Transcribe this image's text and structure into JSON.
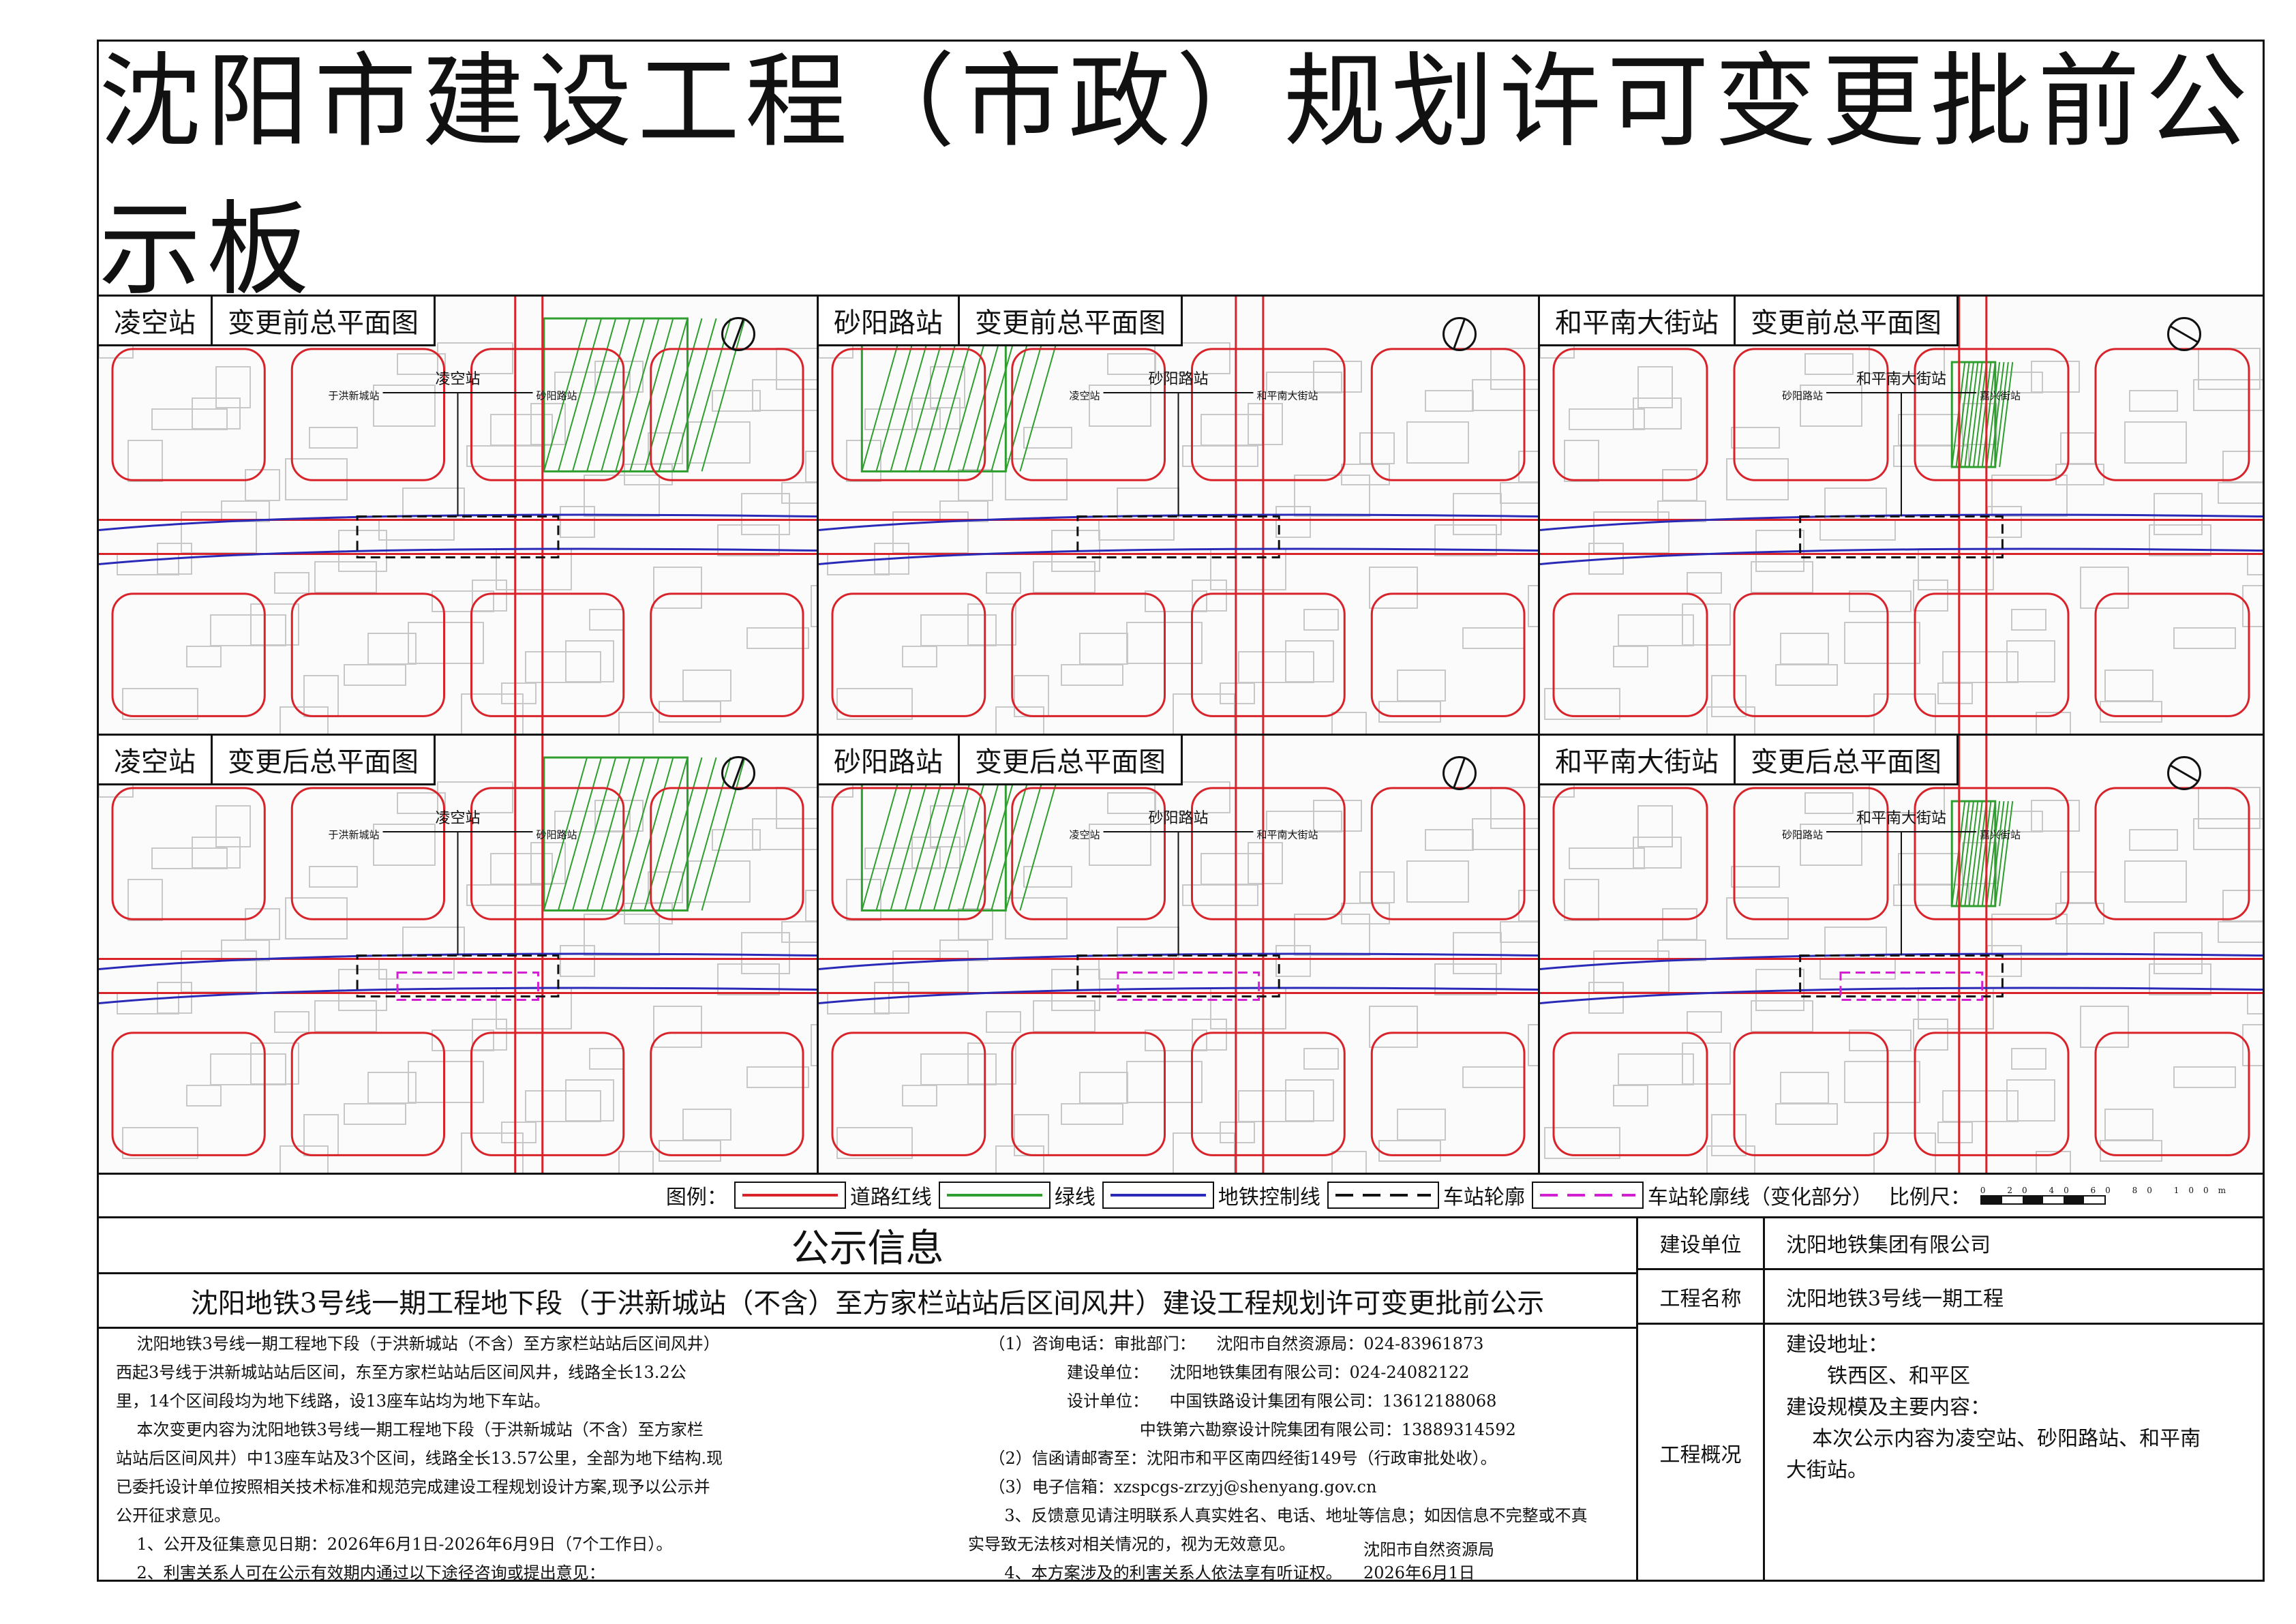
{
  "title": "沈阳市建设工程（市政）规划许可变更批前公示板",
  "panels": [
    {
      "station": "凌空站",
      "caption": "变更前总平面图",
      "label_main": "凌空站",
      "label_left": "于洪新城站",
      "label_right": "砂阳路站"
    },
    {
      "station": "砂阳路站",
      "caption": "变更前总平面图",
      "label_main": "砂阳路站",
      "label_left": "凌空站",
      "label_right": "和平南大街站"
    },
    {
      "station": "和平南大街站",
      "caption": "变更前总平面图",
      "label_main": "和平南大街站",
      "label_left": "砂阳路站",
      "label_right": "嘉兴街站"
    },
    {
      "station": "凌空站",
      "caption": "变更后总平面图",
      "label_main": "凌空站",
      "label_left": "于洪新城站",
      "label_right": "砂阳路站"
    },
    {
      "station": "砂阳路站",
      "caption": "变更后总平面图",
      "label_main": "砂阳路站",
      "label_left": "凌空站",
      "label_right": "和平南大街站"
    },
    {
      "station": "和平南大街站",
      "caption": "变更后总平面图",
      "label_main": "和平南大街站",
      "label_left": "砂阳路站",
      "label_right": "嘉兴街站"
    }
  ],
  "legend": {
    "label": "图例：",
    "items": [
      {
        "name": "道路红线",
        "color": "#d9232a",
        "dash": false
      },
      {
        "name": "绿线",
        "color": "#2e9e2e",
        "dash": false
      },
      {
        "name": "地铁控制线",
        "color": "#2a2ab8",
        "dash": false
      },
      {
        "name": "车站轮廓",
        "color": "#111111",
        "dash": true
      },
      {
        "name": "车站轮廓线（变化部分）",
        "color": "#d11fd1",
        "dash": true
      }
    ],
    "scale_label": "比例尺：",
    "scale_ticks": "0 20 40 60 80 100m"
  },
  "info": {
    "heading": "公示信息",
    "subtitle": "沈阳地铁3号线一期工程地下段（于洪新城站（不含）至方家栏站站后区间风井）建设工程规划许可变更批前公示",
    "left_text": "    沈阳地铁3号线一期工程地下段（于洪新城站（不含）至方家栏站站后区间风井）\n西起3号线于洪新城站站后区间，东至方家栏站站后区间风井，线路全长13.2公\n里，14个区间段均为地下线路，设13座车站均为地下车站。\n    本次变更内容为沈阳地铁3号线一期工程地下段（于洪新城站（不含）至方家栏\n站站后区间风井）中13座车站及3个区间，线路全长13.57公里，全部为地下结构.现\n已委托设计单位按照相关技术标准和规范完成建设工程规划设计方案,现予以公示并\n公开征求意见。\n    1、公开及征集意见日期：2026年6月1日-2026年6月9日（7个工作日）。\n    2、利害关系人可在公示有效期内通过以下途径咨询或提出意见：",
    "right_text": "    （1）咨询电话：审批部门：    沈阳市自然资源局：024-83961873\n                   建设单位：    沈阳地铁集团有限公司：024-24082122\n                   设计单位：    中国铁路设计集团有限公司：13612188068\n                                 中铁第六勘察设计院集团有限公司：13889314592\n    （2）信函请邮寄至：沈阳市和平区南四经街149号（行政审批处收）。\n    （3）电子信箱：xzspcgs-zrzyj@shenyang.gov.cn\n       3、反馈意见请注明联系人真实姓名、电话、地址等信息；如因信息不完整或不真\n实导致无法核对相关情况的，视为无效意见。\n       4、本方案涉及的利害关系人依法享有听证权。",
    "signature": "沈阳市自然资源局",
    "date": "2026年6月1日"
  },
  "table": {
    "unit_label": "建设单位",
    "unit_value": "沈阳地铁集团有限公司",
    "name_label": "工程名称",
    "name_value": "沈阳地铁3号线一期工程",
    "overview_label": "工程概况",
    "address_label": "建设地址：",
    "address_value": "铁西区、和平区",
    "scale_label": "建设规模及主要内容：",
    "scale_value": "    本次公示内容为凌空站、砂阳路站、和平南\n大街站。"
  }
}
